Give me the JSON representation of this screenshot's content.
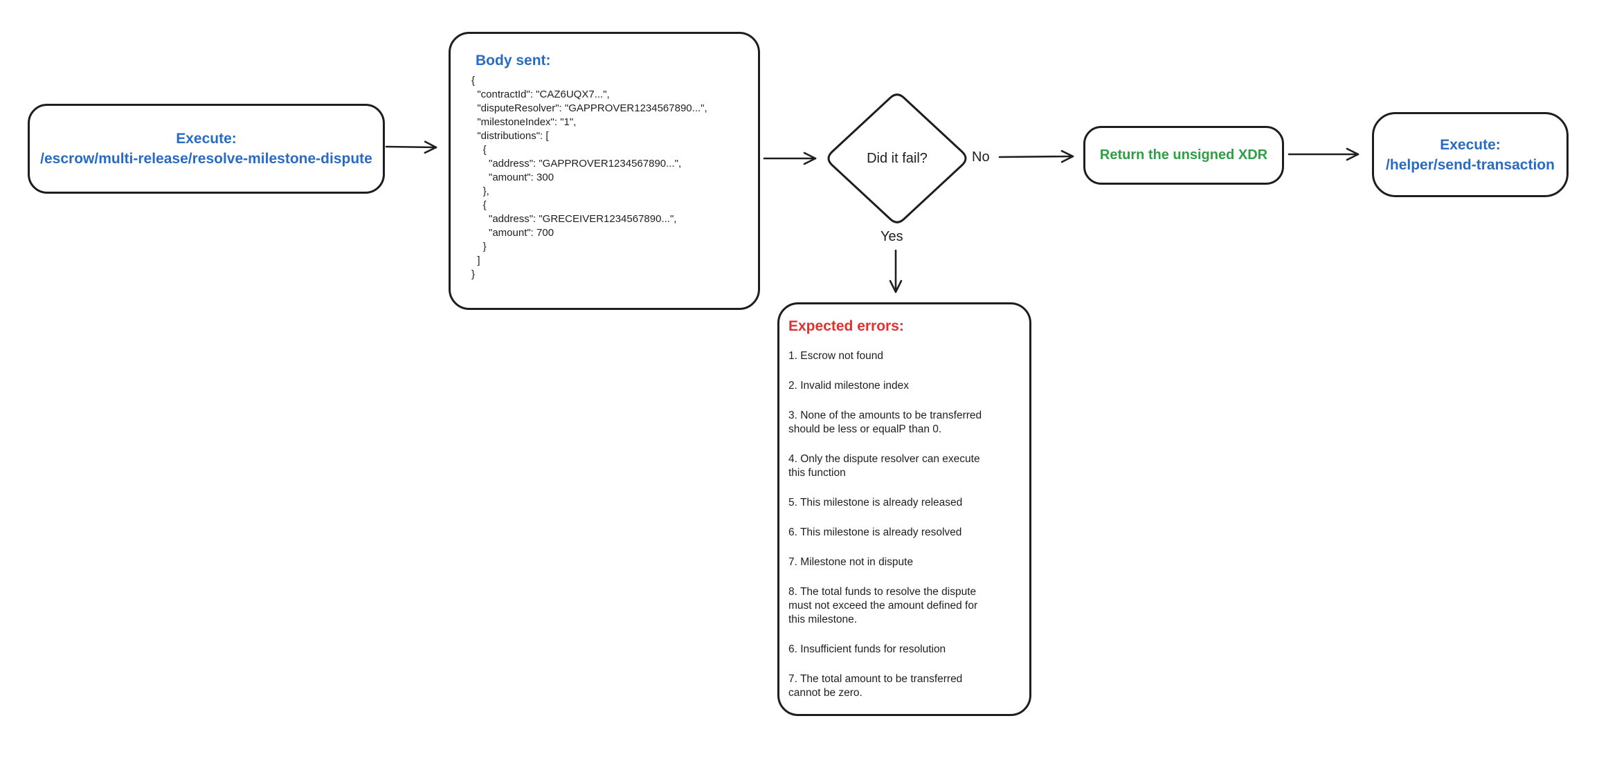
{
  "palette": {
    "ink": "#1e1e1e",
    "blue": "#2a6bc2",
    "green": "#2f9e44",
    "red": "#e03131",
    "background": "#ffffff"
  },
  "flow": {
    "start": {
      "title": "Execute:",
      "endpoint": "/escrow/multi-release/resolve-milestone-dispute"
    },
    "body_sent": {
      "title": "Body sent:",
      "payload": "{\n  \"contractId\": \"CAZ6UQX7...\",\n  \"disputeResolver\": \"GAPPROVER1234567890...\",\n  \"milestoneIndex\": \"1\",\n  \"distributions\": [\n    {\n      \"address\": \"GAPPROVER1234567890...\",\n      \"amount\": 300\n    },\n    {\n      \"address\": \"GRECEIVER1234567890...\",\n      \"amount\": 700\n    }\n  ]\n}"
    },
    "decision": {
      "question": "Did it fail?",
      "no_label": "No",
      "yes_label": "Yes"
    },
    "return_xdr": {
      "label": "Return the unsigned XDR"
    },
    "send_transaction": {
      "title": "Execute:",
      "endpoint": "/helper/send-transaction"
    },
    "expected_errors": {
      "title": "Expected errors:",
      "items": [
        "1. Escrow not found",
        "2. Invalid milestone index",
        "3. None of the amounts to be transferred\nshould be less or equalP than 0.",
        "4. Only the dispute resolver can execute\nthis function",
        "5. This milestone is already released",
        "6. This milestone is already resolved",
        "7. Milestone not in dispute",
        "8. The total funds to resolve the dispute\nmust not exceed the amount defined for\nthis milestone.",
        "6. Insufficient funds for resolution",
        "7. The total amount to be transferred\ncannot be zero."
      ]
    }
  }
}
